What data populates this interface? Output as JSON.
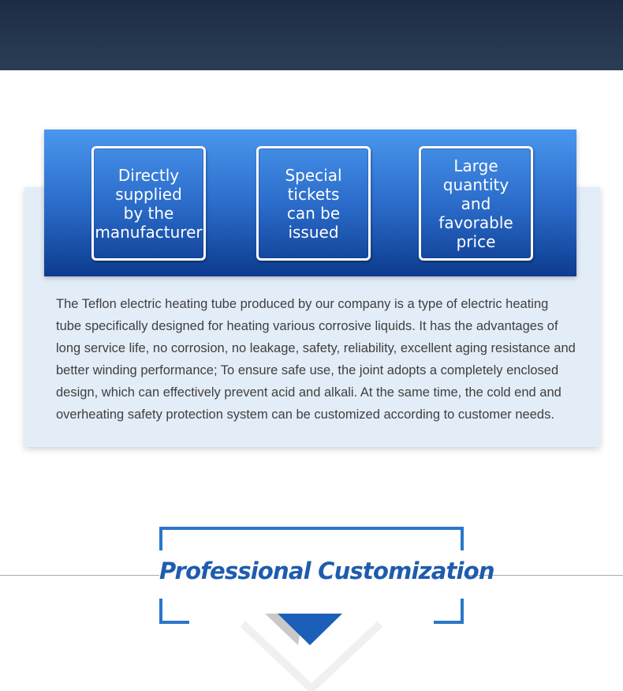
{
  "features": [
    {
      "lines": [
        "Directly",
        "supplied",
        "by the",
        "manufacturer"
      ]
    },
    {
      "lines": [
        "Special",
        "tickets",
        "can be",
        "issued"
      ]
    },
    {
      "lines": [
        "Large",
        "quantity",
        "and favorable",
        "price"
      ]
    }
  ],
  "description": "The Teflon electric heating tube produced by our company is a type of electric heating tube specifically designed for heating various corrosive liquids. It has the advantages of long service life, no corrosion, no leakage, safety, reliability, excellent aging resistance and better winding performance; To ensure safe use, the joint adopts a completely enclosed design, which can effectively prevent acid and alkali. At the same time, the cold end and overheating safety protection system can be customized according to customer needs.",
  "section": {
    "title": "Professional Customization"
  },
  "colors": {
    "accent": "#2b76c9",
    "title": "#1f5cad",
    "banner": "#1d2c44",
    "panel": "#e3edf8"
  }
}
